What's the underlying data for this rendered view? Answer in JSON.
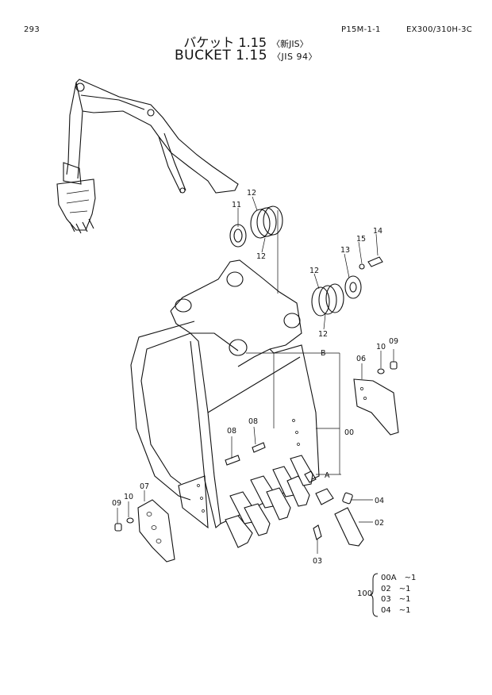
{
  "header": {
    "page_number": "293",
    "figure_code": "P15M-1-1",
    "model": "EX300/310H-3C"
  },
  "title": {
    "japanese": "バケット 1.15",
    "japanese_note": "〈新JIS〉",
    "english": "BUCKET 1.15",
    "english_note": "〈JIS 94〉"
  },
  "callouts": [
    "12",
    "11",
    "12",
    "14",
    "15",
    "13",
    "12",
    "12",
    "B",
    "10",
    "09",
    "06",
    "08",
    "08",
    "00",
    "A",
    "07",
    "10",
    "09",
    "04",
    "02",
    "03"
  ],
  "kit": {
    "number": "100",
    "items": [
      {
        "part": "00A",
        "qty": "~1"
      },
      {
        "part": "02",
        "qty": "~1"
      },
      {
        "part": "03",
        "qty": "~1"
      },
      {
        "part": "04",
        "qty": "~1"
      }
    ]
  }
}
